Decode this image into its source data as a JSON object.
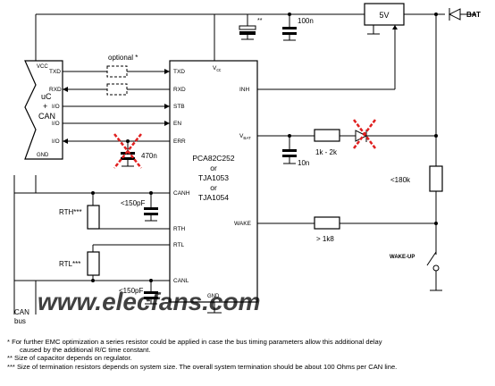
{
  "uc": {
    "label_lines": [
      "uC",
      "+",
      "CAN"
    ],
    "vcc": "VCC",
    "gnd": "GND",
    "pins": [
      "TXD",
      "RXD",
      "I/O",
      "I/O",
      "I/O"
    ]
  },
  "optional": "optional *",
  "ic": {
    "name_lines": [
      "PCA82C252",
      "or",
      "TJA1053",
      "or",
      "TJA1054"
    ],
    "vcc": "V",
    "vcc_sub": "cc",
    "vbat": "V",
    "vbat_sub": "BAT",
    "gnd": "GND",
    "left_pins": [
      "TXD",
      "RXD",
      "STB",
      "EN",
      "ERR",
      "CANH",
      "RTH",
      "RTL",
      "CANL"
    ],
    "right_pins": [
      "INH",
      "WAKE"
    ]
  },
  "components": {
    "cap_star": "**",
    "cap_100n": "100n",
    "reg": "5V",
    "bat": "BAT",
    "cap_470n": "470n",
    "res_1k2k": "1k - 2k",
    "cap_10n": "10n",
    "res_180k": "<180k",
    "res_1k8": "> 1k8",
    "wakeup": "WAKE-UP",
    "rth": "RTH***",
    "rtl": "RTL***",
    "cap_canh": "<150pF",
    "cap_canl": "<150pF",
    "can_bus": [
      "CAN",
      "bus"
    ],
    "watermark": "www.elecfans.com"
  },
  "notes": [
    "*   For further EMC optimization a series resistor could be applied in case the bus timing parameters allow this additional delay",
    "caused by the additional R/C time constant.",
    "**  Size of capacitor depends on regulator.",
    "*** Size of termination resistors depends on system size. The overall system termination should be about 100 Ohms per CAN line."
  ]
}
